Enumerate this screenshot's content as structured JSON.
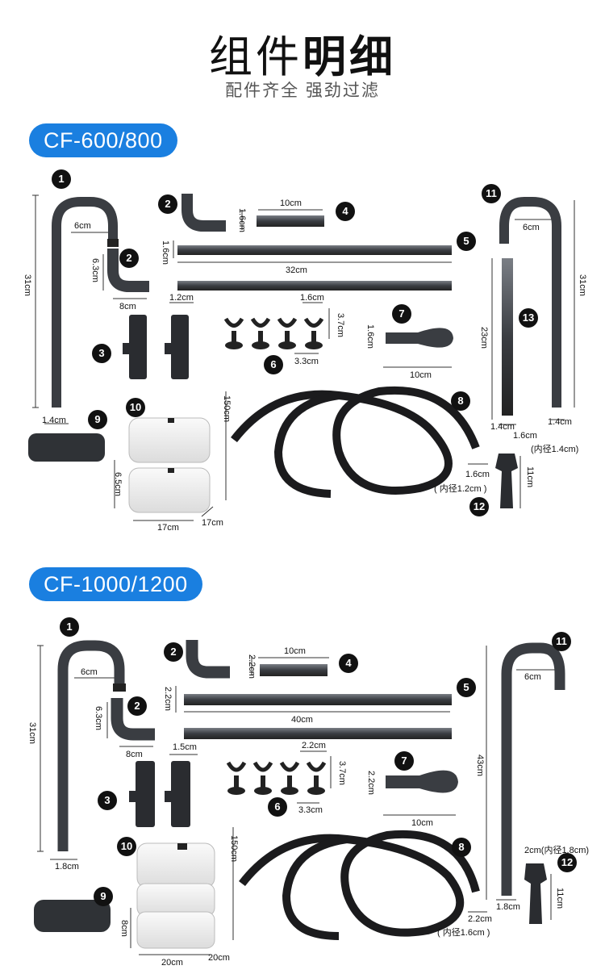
{
  "header": {
    "title_regular": "组件",
    "title_bold": "明细",
    "subtitle": "配件齐全 强劲过滤"
  },
  "colors": {
    "badge": "#1a7fe0",
    "parts": "#3a3d42",
    "sponge": "#2f3236",
    "box": "#ededed"
  },
  "sections": [
    {
      "model": "CF-600/800",
      "labels": {
        "d_pipe1_width": "6cm",
        "d_pipe1_height": "31cm",
        "d_pipe1_dia": "1.4cm",
        "d_elbow_height": "6.3cm",
        "d_elbow_width": "8cm",
        "d_elbow_top": "1.6cm",
        "d_conn_len": "10cm",
        "d_tube_len": "32cm",
        "d_tube_dia": "1.6cm",
        "d_valve_dia": "1.2cm",
        "d_suction_width": "1.6cm",
        "d_suction_height": "3.7cm",
        "d_suction_base": "3.3cm",
        "d_funnel_len": "10cm",
        "d_funnel_dia": "1.6cm",
        "d_hose_len": "150cm",
        "d_hose_dia": "1.6cm",
        "d_hose_inner": "( 内径1.2cm )",
        "d_box_height": "6.5cm",
        "d_box_w": "17cm",
        "d_box_d": "17cm",
        "d_straight_len": "23cm",
        "d_straight_dia": "1.4cm",
        "d_pipe11_width": "6cm",
        "d_pipe11_height": "31cm",
        "d_pipe11_dia": "1.4cm",
        "d_intake_top": "1.6cm",
        "d_intake_inner": "(内径1.4cm)",
        "d_intake_len": "11cm"
      }
    },
    {
      "model": "CF-1000/1200",
      "labels": {
        "d_pipe1_width": "6cm",
        "d_pipe1_height": "31cm",
        "d_pipe1_dia": "1.8cm",
        "d_elbow_height": "6.3cm",
        "d_elbow_width": "8cm",
        "d_conn_height": "2.2cm",
        "d_conn_len": "10cm",
        "d_tube_len": "40cm",
        "d_tube_dia": "2.2cm",
        "d_valve_dia": "1.5cm",
        "d_suction_width": "2.2cm",
        "d_suction_height": "3.7cm",
        "d_suction_base": "3.3cm",
        "d_funnel_len": "10cm",
        "d_funnel_dia": "2.2cm",
        "d_hose_len": "150cm",
        "d_hose_dia": "2.2cm",
        "d_hose_inner": "( 内径1.6cm )",
        "d_box_height": "8cm",
        "d_box_w": "20cm",
        "d_box_d": "20cm",
        "d_pipe11_width": "6cm",
        "d_pipe11_height": "43cm",
        "d_pipe11_dia": "1.8cm",
        "d_intake_top": "2cm(内径1.8cm)",
        "d_intake_len": "11cm"
      }
    }
  ],
  "part_numbers": {
    "p1": "1",
    "p2": "2",
    "p3": "3",
    "p4": "4",
    "p5": "5",
    "p6": "6",
    "p7": "7",
    "p8": "8",
    "p9": "9",
    "p10": "10",
    "p11": "11",
    "p12": "12",
    "p13": "13"
  }
}
